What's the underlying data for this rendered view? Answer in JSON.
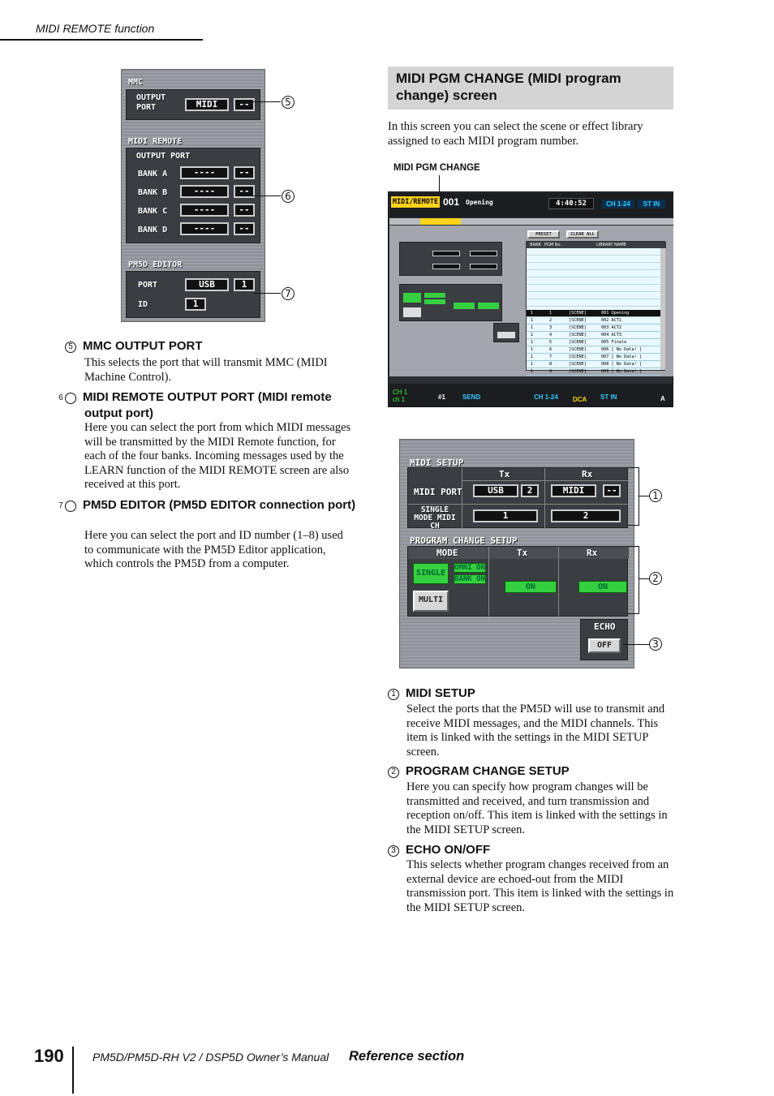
{
  "header": {
    "running_title": "MIDI REMOTE function"
  },
  "left_panel": {
    "mmc_title": "MMC",
    "output_port_label": "OUTPUT PORT",
    "output_port_value": "MIDI",
    "midi_remote_title": "MIDI REMOTE",
    "midi_remote_output_port": "OUTPUT PORT",
    "banks": [
      "BANK A",
      "BANK B",
      "BANK C",
      "BANK D"
    ],
    "bank_value": "----",
    "pm5d_editor_title": "PM5D EDITOR",
    "port_label": "PORT",
    "port_value": "USB",
    "port_num": "1",
    "id_label": "ID",
    "id_value": "1",
    "callouts": [
      "5",
      "6",
      "7"
    ]
  },
  "left_items": [
    {
      "num": "5",
      "title": "MMC OUTPUT PORT",
      "body": "This selects the port that will transmit MMC (MIDI Machine Control)."
    },
    {
      "num": "6",
      "title": "MIDI REMOTE OUTPUT PORT (MIDI remote output port)",
      "body": "Here you can select the port from which MIDI messages will be transmitted by the MIDI Remote function, for each of the four banks. Incoming messages used by the LEARN function of the MIDI REMOTE screen are also received at this port."
    },
    {
      "num": "7",
      "title": "PM5D EDITOR (PM5D EDITOR connection port)",
      "body": "Here you can select the port and ID number (1–8) used to communicate with the PM5D Editor application, which controls the PM5D from a computer."
    }
  ],
  "section": {
    "title": "MIDI PGM CHANGE (MIDI program change) screen",
    "intro": "In this screen you can select the scene or effect library assigned to each MIDI program number.",
    "screen_caption": "MIDI PGM CHANGE"
  },
  "screen": {
    "title": "MIDI/REMOTE",
    "scene_no": "001",
    "scene_name": "Opening",
    "time": "4:40:52",
    "meter_a": "CH 1-24",
    "meter_b": "ST IN",
    "preset": "PRESET",
    "clear_all": "CLEAR ALL",
    "cols": [
      "BANK",
      "PGM No.",
      "LIBRARY NAME"
    ],
    "rows": [
      {
        "bank": "1",
        "pgm": "1",
        "type": "[SCENE]",
        "name": "001 Opening"
      },
      {
        "bank": "1",
        "pgm": "2",
        "type": "[SCENE]",
        "name": "002 ACT1"
      },
      {
        "bank": "1",
        "pgm": "3",
        "type": "[SCENE]",
        "name": "003 ACT2"
      },
      {
        "bank": "1",
        "pgm": "4",
        "type": "[SCENE]",
        "name": "004 ACT3"
      },
      {
        "bank": "1",
        "pgm": "5",
        "type": "[SCENE]",
        "name": "005 Finale"
      },
      {
        "bank": "1",
        "pgm": "6",
        "type": "[SCENE]",
        "name": "006 [  No Data! ]"
      },
      {
        "bank": "1",
        "pgm": "7",
        "type": "[SCENE]",
        "name": "007 [  No Data! ]"
      },
      {
        "bank": "1",
        "pgm": "8",
        "type": "[SCENE]",
        "name": "008 [  No Data! ]"
      },
      {
        "bank": "1",
        "pgm": "9",
        "type": "[SCENE]",
        "name": "009 [  No Data! ]"
      }
    ],
    "bottom": {
      "ch": "CH 1",
      "ch_name": "ch 1",
      "num": "#1",
      "send": "SEND",
      "ch_range": "CH 1-24",
      "dca": "DCA",
      "st_in": "ST IN",
      "bank_letter": "A"
    }
  },
  "zoom": {
    "midi_setup": "MIDI SETUP",
    "tx": "Tx",
    "rx": "Rx",
    "midi_port": "MIDI PORT",
    "tx_port": "USB",
    "tx_port_num": "2",
    "rx_port": "MIDI",
    "rx_port_num": "--",
    "single_mode": "SINGLE MODE MIDI CH",
    "tx_ch": "1",
    "rx_ch": "2",
    "pc_setup": "PROGRAM CHANGE SETUP",
    "mode": "MODE",
    "single": "SINGLE",
    "omni_on": "OMNI ON",
    "bank_on": "BANK ON",
    "multi": "MULTI",
    "on": "ON",
    "echo": "ECHO",
    "off": "OFF",
    "callouts": [
      "1",
      "2",
      "3"
    ]
  },
  "right_items": [
    {
      "num": "1",
      "title": "MIDI SETUP",
      "body": "Select the ports that the PM5D will use to transmit and receive MIDI messages, and the MIDI channels. This item is linked with the settings in the MIDI SETUP screen."
    },
    {
      "num": "2",
      "title": "PROGRAM CHANGE SETUP",
      "body": "Here you can specify how program changes will be transmitted and received, and turn transmission and reception on/off. This item is linked with the settings in the MIDI SETUP screen."
    },
    {
      "num": "3",
      "title": "ECHO ON/OFF",
      "body": "This selects whether program changes received from an external device are echoed-out from the MIDI transmission port. This item is linked with the settings in the MIDI SETUP screen."
    }
  ],
  "footer": {
    "page": "190",
    "manual": "PM5D/PM5D-RH V2 / DSP5D Owner’s Manual",
    "section": "Reference section"
  }
}
